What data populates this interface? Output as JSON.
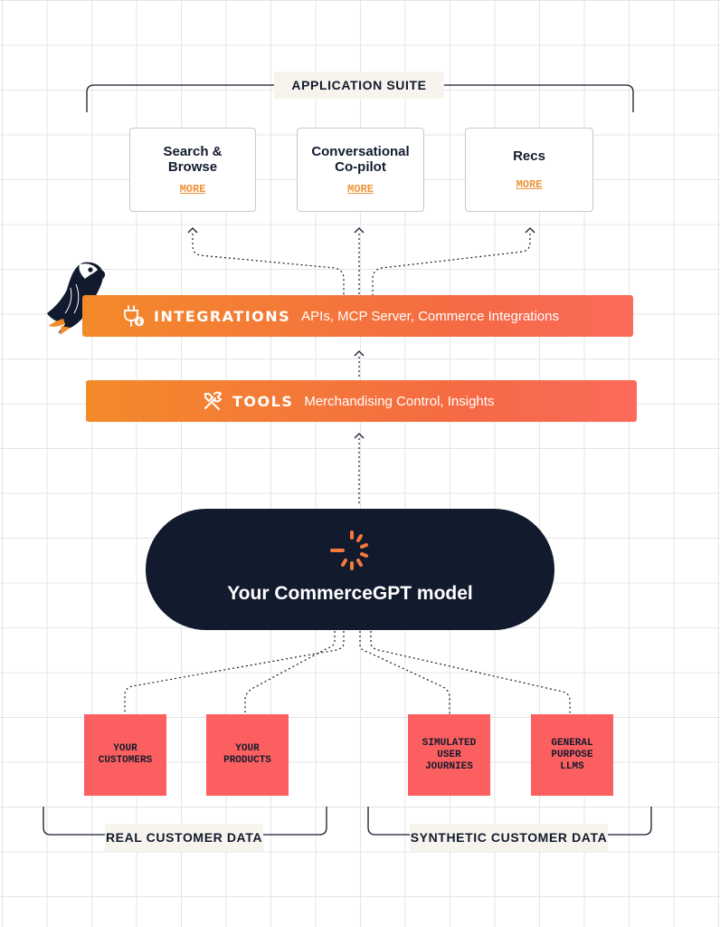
{
  "application_suite": {
    "label": "APPLICATION SUITE",
    "cards": [
      {
        "title": "Search &\nBrowse",
        "more": "MORE"
      },
      {
        "title": "Conversational\nCo-pilot",
        "more": "MORE"
      },
      {
        "title": "Recs",
        "more": "MORE"
      }
    ]
  },
  "integrations": {
    "name": "INTEGRATIONS",
    "description": "APIs, MCP Server, Commerce Integrations",
    "icon": "plug-icon"
  },
  "tools": {
    "name": "TOOLS",
    "description": "Merchandising Control, Insights",
    "icon": "tools-icon"
  },
  "model": {
    "label": "Your CommerceGPT model",
    "icon": "spinner-icon"
  },
  "sources": [
    {
      "label": "YOUR\nCUSTOMERS"
    },
    {
      "label": "YOUR\nPRODUCTS"
    },
    {
      "label": "SIMULATED\nUSER\nJOURNIES"
    },
    {
      "label": "GENERAL\nPURPOSE\nLLMS"
    }
  ],
  "groups": {
    "real": "REAL CUSTOMER DATA",
    "synthetic": "SYNTHETIC CUSTOMER DATA"
  },
  "colors": {
    "navy": "#121a2e",
    "orange": "#f38a2a",
    "coral": "#fb5f5f",
    "more_link": "#f0923a"
  }
}
